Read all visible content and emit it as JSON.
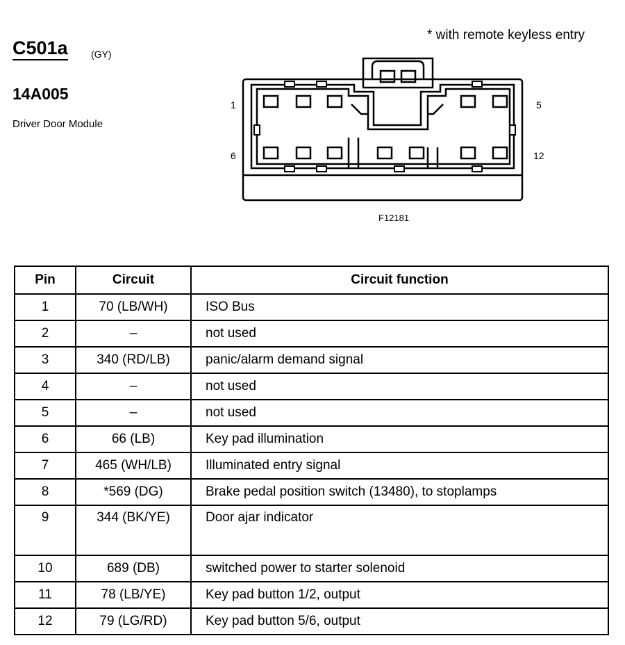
{
  "header": {
    "connector_id": "C501a",
    "color_code": "(GY)",
    "part_number": "14A005",
    "module_name": "Driver Door Module",
    "footnote": "* with remote keyless entry"
  },
  "diagram": {
    "pin_labels": {
      "top_left": "1",
      "top_right": "5",
      "bottom_left": "6",
      "bottom_right": "12"
    },
    "figure_id": "F12181"
  },
  "table": {
    "headers": [
      "Pin",
      "Circuit",
      "Circuit function"
    ],
    "rows": [
      {
        "pin": "1",
        "circuit": "70 (LB/WH)",
        "function": "ISO Bus"
      },
      {
        "pin": "2",
        "circuit": "–",
        "function": "not used"
      },
      {
        "pin": "3",
        "circuit": "340 (RD/LB)",
        "function": "panic/alarm demand signal"
      },
      {
        "pin": "4",
        "circuit": "–",
        "function": "not used"
      },
      {
        "pin": "5",
        "circuit": "–",
        "function": "not used"
      },
      {
        "pin": "6",
        "circuit": "66 (LB)",
        "function": "Key pad illumination"
      },
      {
        "pin": "7",
        "circuit": "465 (WH/LB)",
        "function": "Illuminated entry signal"
      },
      {
        "pin": "8",
        "circuit": "*569 (DG)",
        "function": "Brake pedal position switch (13480), to stoplamps"
      },
      {
        "pin": "9",
        "circuit": "344 (BK/YE)",
        "function": "Door ajar indicator"
      },
      {
        "pin": "10",
        "circuit": "689 (DB)",
        "function": "switched power to starter solenoid"
      },
      {
        "pin": "11",
        "circuit": "78 (LB/YE)",
        "function": "Key pad button 1/2, output"
      },
      {
        "pin": "12",
        "circuit": "79 (LG/RD)",
        "function": "Key pad button 5/6, output"
      }
    ]
  }
}
